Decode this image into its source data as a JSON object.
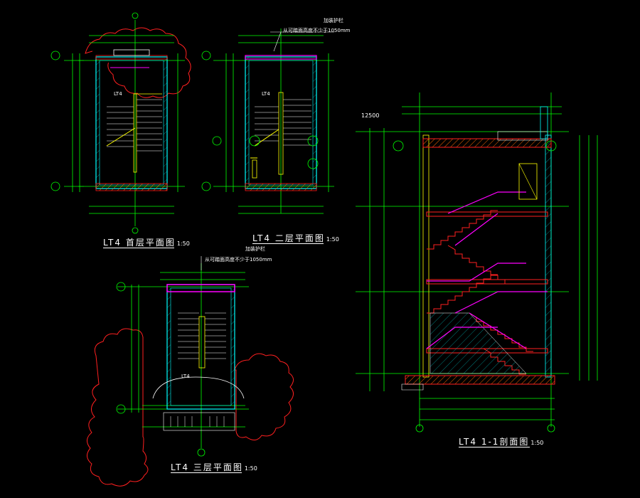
{
  "drawings": {
    "plan1_title": "LT4 首层平面图",
    "plan1_scale": "1:50",
    "plan2_title": "LT4 二层平面图",
    "plan2_scale": "1:50",
    "plan3_title": "LT4 三层平面图",
    "plan3_scale": "1:50",
    "section_title": "LT4 1-1剖面图",
    "section_scale": "1:50"
  },
  "annotations": {
    "railing_note": "加装护栏",
    "height_note": "从可踏面高度不少于1050mm",
    "stair_label": "LT4",
    "total_height": "12500"
  },
  "colors": {
    "background": "#000000",
    "wall": "#00ffff",
    "dimension": "#00ff00",
    "stair": "#ffff00",
    "railing": "#ff00ff",
    "cut": "#ff0000",
    "text": "#ffffff"
  }
}
